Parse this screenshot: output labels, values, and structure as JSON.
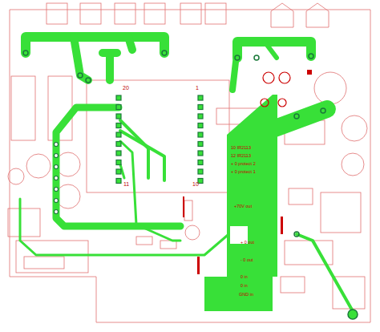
{
  "diagram": {
    "labels": [
      "20",
      "1",
      "11",
      "10",
      "10 IR2113",
      "12 IR2113",
      "+ 0 protect 2",
      "+ 0 protect 1",
      "+70V out",
      "+ 0 out",
      "- 0 out",
      "0 in",
      "0 in",
      "GND in"
    ]
  }
}
